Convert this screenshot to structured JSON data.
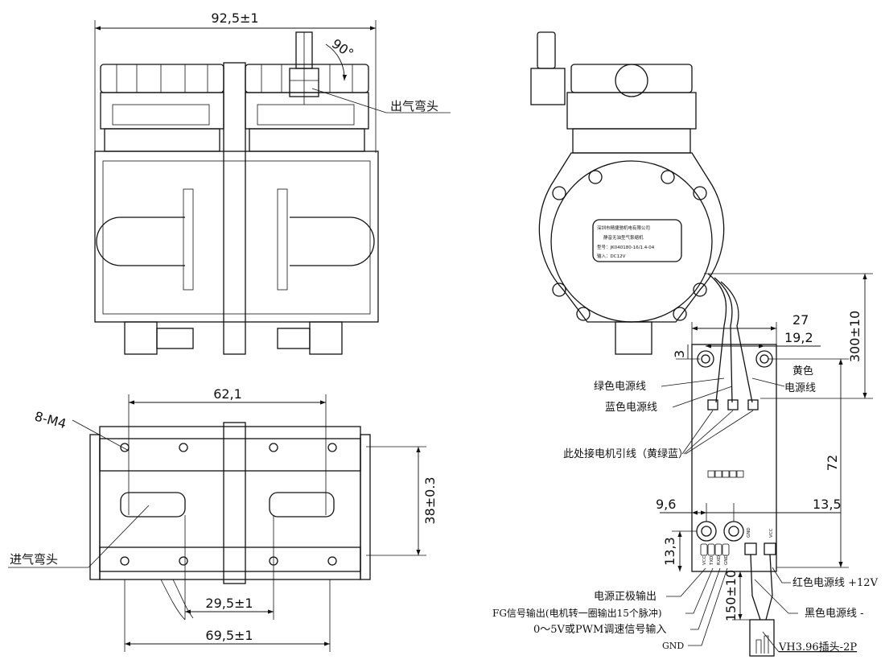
{
  "front_view": {
    "width_dim": "92,5±1",
    "angle_dim": "90°",
    "outlet_label": "出气弯头"
  },
  "bottom_view": {
    "hole_label": "8-M4",
    "hole_spacing_dim": "62,1",
    "height_dim": "38±0.3",
    "inlet_label": "进气弯头",
    "inlet_spacing_dim": "29,5±1",
    "base_width_dim": "69,5±1"
  },
  "side_view": {
    "nameplate": {
      "company": "深圳市精捷驰机电有限公司",
      "product": "静音无油型气泵缩机",
      "model": "型号：JK040180-16/1.4-04",
      "input": "输入：DC12V"
    }
  },
  "pcb": {
    "dims": {
      "width": "27",
      "hole_offset": "19,2",
      "top_offset": "3",
      "lead_length": "300±10",
      "height": "72",
      "left_offset": "9,6",
      "right_offset": "13,5",
      "bottom_offset": "13,3",
      "cable_length": "150±10"
    },
    "silkscreen": {
      "gnd": "GND",
      "vcc": "VCC",
      "pins": [
        "VCC",
        "TXD",
        "RXD",
        "GND"
      ]
    },
    "labels": {
      "yellow_1": "黄色",
      "yellow_2": "电源线",
      "green": "绿色电源线",
      "blue": "蓝色电源线",
      "motor_leads": "此处接电机引线（黄绿蓝）",
      "power_pos": "电源正极输出",
      "fg": "FG信号输出(电机转一圈输出15个脉冲)",
      "speed": "0～5V或PWM调速信号输入",
      "gnd": "GND",
      "red": "红色电源线 +12V",
      "black": "黑色电源线 -",
      "connector": "VH3.96插头-2P"
    }
  }
}
